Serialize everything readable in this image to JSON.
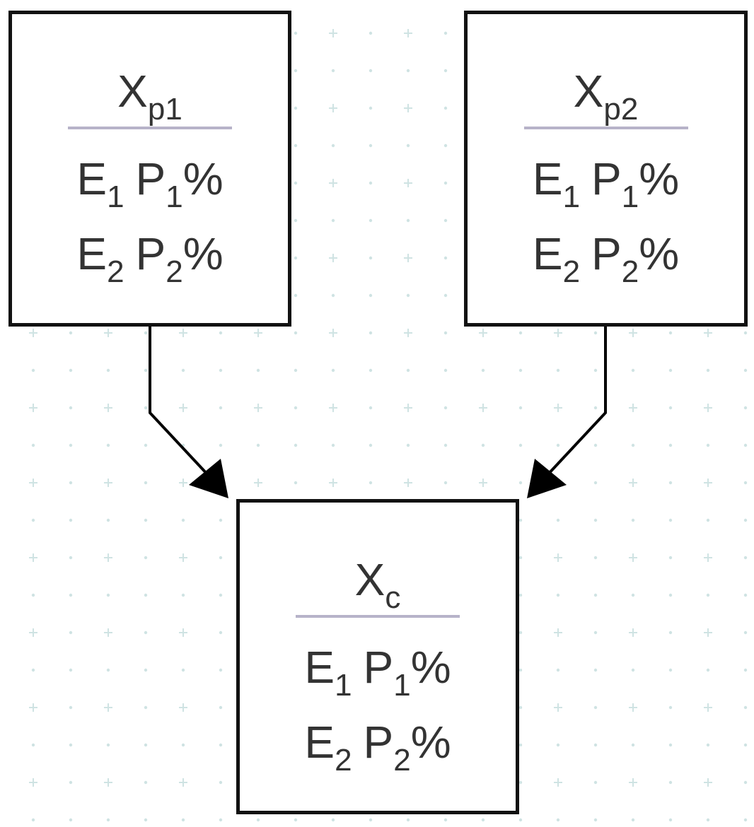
{
  "colors": {
    "node_border": "#111111",
    "divider": "#b7b3c9",
    "text": "#333333",
    "grid_dot": "#cfe3e3"
  },
  "nodes": [
    {
      "id": "parent-1",
      "title_base": "X",
      "title_sub": "p1",
      "rows": [
        {
          "e": "E",
          "e_sub": "1",
          "p": "P",
          "p_sub": "1",
          "pct": "%"
        },
        {
          "e": "E",
          "e_sub": "2",
          "p": "P",
          "p_sub": "2",
          "pct": "%"
        }
      ]
    },
    {
      "id": "parent-2",
      "title_base": "X",
      "title_sub": "p2",
      "rows": [
        {
          "e": "E",
          "e_sub": "1",
          "p": "P",
          "p_sub": "1",
          "pct": "%"
        },
        {
          "e": "E",
          "e_sub": "2",
          "p": "P",
          "p_sub": "2",
          "pct": "%"
        }
      ]
    },
    {
      "id": "child",
      "title_base": "X",
      "title_sub": "c",
      "rows": [
        {
          "e": "E",
          "e_sub": "1",
          "p": "P",
          "p_sub": "1",
          "pct": "%"
        },
        {
          "e": "E",
          "e_sub": "2",
          "p": "P",
          "p_sub": "2",
          "pct": "%"
        }
      ]
    }
  ],
  "edges": [
    {
      "from": "parent-1",
      "to": "child"
    },
    {
      "from": "parent-2",
      "to": "child"
    }
  ]
}
